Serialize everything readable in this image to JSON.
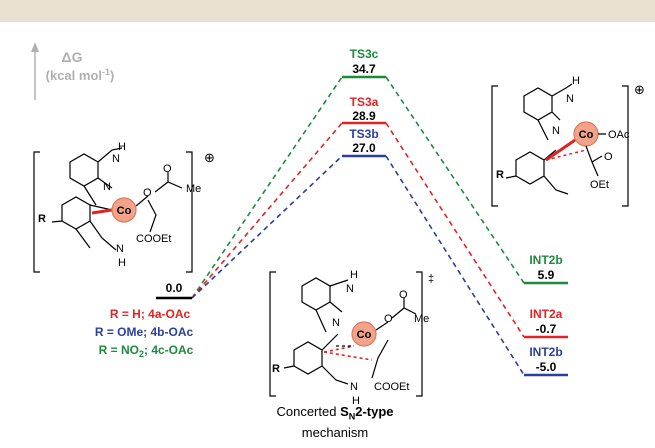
{
  "axis": {
    "label_line1": "ΔG",
    "label_line2_main": "(kcal mol",
    "label_line2_sup": "-1",
    "label_line2_end": ")"
  },
  "levels": {
    "start": {
      "value": "0.0"
    },
    "ts3c": {
      "name": "TS3c",
      "value": "34.7"
    },
    "ts3a": {
      "name": "TS3a",
      "value": "28.9"
    },
    "ts3b": {
      "name": "TS3b",
      "value": "27.0"
    },
    "int2b_green": {
      "name": "INT2b",
      "value": "5.9"
    },
    "int2a": {
      "name": "INT2a",
      "value": "-0.7"
    },
    "int2b_blue": {
      "name": "INT2b",
      "value": "-5.0"
    }
  },
  "legend": {
    "red": "R = H; 4a-OAc",
    "blue": "R = OMe; 4b-OAc",
    "green_pre": "R = NO",
    "green_sub": "2",
    "green_post": "; 4c-OAc"
  },
  "structures": {
    "left": {
      "metal": "Co",
      "charge": "⊕",
      "r": "R",
      "me": "Me",
      "ester": "COOEt",
      "nh_top": "H",
      "nh_top_n": "N",
      "nh_bot": "N",
      "nh_bot_h": "H",
      "o1": "O",
      "o2": "O",
      "n_py": "N"
    },
    "middle": {
      "metal": "Co",
      "charge": "‡",
      "r": "R",
      "me": "Me",
      "ester": "COOEt",
      "nh_top": "H",
      "nh_top_n": "N",
      "nh_bot": "N",
      "nh_bot_h": "H",
      "o1": "O",
      "o2": "O",
      "n_py": "N"
    },
    "right": {
      "metal": "Co",
      "charge": "⊕",
      "r": "R",
      "oac": "OAc",
      "oet": "OEt",
      "o": "O",
      "nh": "N",
      "h": "H",
      "n_py": "N"
    }
  },
  "caption": {
    "line1_pre": "Concerted ",
    "line1_S": "S",
    "line1_sub": "N",
    "line1_post": "2-type",
    "line2": "mechanism"
  },
  "colors": {
    "green": "#1e8a3c",
    "red": "#e02424",
    "blue": "#2a3f9e",
    "axis": "#b0b0b0",
    "cobalt": "#f3a38a",
    "bar": "#e8e1d1"
  }
}
